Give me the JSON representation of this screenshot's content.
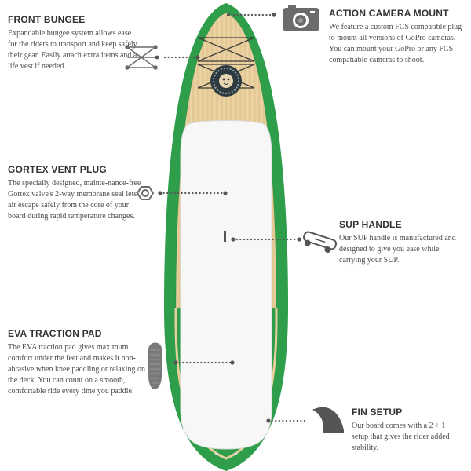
{
  "features": {
    "front_bungee": {
      "title": "FRONT BUNGEE",
      "text": "Expandable bungee system allows ease for the riders to transport and keep safely their gear. Easily attach extra items and a life vest if needed."
    },
    "gortex": {
      "title": "GORTEX VENT PLUG",
      "text": "The specially designed, mainte-nance-free Gortex valve's 2-way membrane seal lets air escape safely from the core of your board during rapid temperature changes."
    },
    "eva": {
      "title": "EVA TRACTION PAD",
      "text": "The EVA traction pad gives maximum comfort under the feet and makes it non-abrasive when knee paddling or relaxing on the deck. You can count on a smooth, comfortable ride every time you paddle."
    },
    "camera": {
      "title": "ACTION CAMERA MOUNT",
      "text": "We feature a custom FCS compatible plug to mount all versions of GoPro cameras. You can mount your GoPro or any FCS compatiable cameras to shoot."
    },
    "sup_handle": {
      "title": "SUP HANDLE",
      "text": "Our SUP handle is manufactured and designed to give you ease while carrying your SUP."
    },
    "fin": {
      "title": "FIN SETUP",
      "text": "Our board comes with a 2 + 1 setup that gives the rider added stability."
    }
  },
  "colors": {
    "rail_green": "#2e9e4a",
    "rail_green_dark": "#1f7d36",
    "bamboo": "#e8cf9f",
    "pad_white": "#f7f7f7",
    "icon_gray": "#6b6b6b",
    "dotted_line": "#555555"
  },
  "icons": [
    "bungee-icon",
    "vent-plug-icon",
    "traction-pad-icon",
    "camera-icon",
    "handle-icon",
    "fin-icon",
    "logo-emblem"
  ]
}
